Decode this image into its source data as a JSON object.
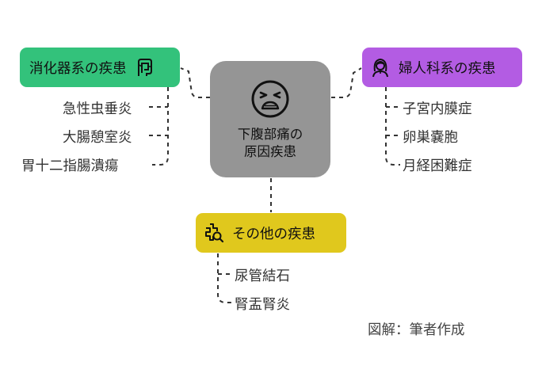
{
  "center": {
    "title_line1": "下腹部痛の",
    "title_line2": "原因疾患",
    "icon": "distressed-face-icon"
  },
  "categories": {
    "digestive": {
      "label": "消化器系の疾患",
      "color": "#33c27b",
      "icon": "intestine-icon",
      "items": [
        "急性虫垂炎",
        "大腸憩室炎",
        "胃十二指腸潰瘍"
      ]
    },
    "gynecologic": {
      "label": "婦人科系の疾患",
      "color": "#b35ce3",
      "icon": "woman-icon",
      "items": [
        "子宮内膜症",
        "卵巣嚢胞",
        "月経困難症"
      ]
    },
    "other": {
      "label": "その他の疾患",
      "color": "#e0c81d",
      "icon": "medical-search-icon",
      "items": [
        "尿管結石",
        "腎盂腎炎"
      ]
    }
  },
  "credit": "図解：筆者作成",
  "colors": {
    "center_box": "#959595",
    "connector": "#333333"
  }
}
